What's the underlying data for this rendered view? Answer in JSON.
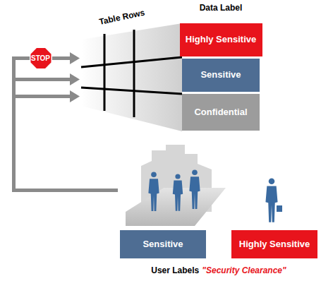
{
  "diagram": {
    "nodes": [
      {
        "text": [
          "Highly Sensitive"
        ]
      },
      {
        "text": [
          "STOP"
        ]
      },
      {
        "text": [
          "Sensitive"
        ]
      },
      {
        "text": [
          "Confidential"
        ]
      },
      {
        "text": [
          "Sensitive"
        ]
      },
      {
        "text": [
          "Highly Sensitive"
        ]
      }
    ],
    "labels": [
      "Data Label",
      "Table Rows",
      "User Labels",
      "\"Security Clearance\""
    ]
  }
}
